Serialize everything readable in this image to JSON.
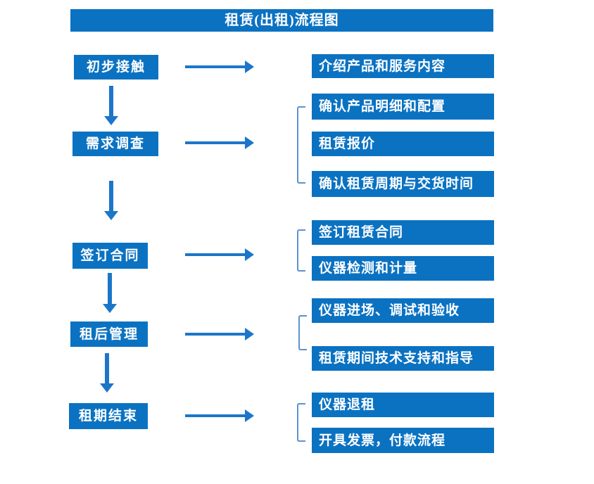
{
  "flow": {
    "title": "租赁(出租)流程图",
    "steps": [
      {
        "label": "初步接触",
        "details": [
          "介绍产品和服务内容"
        ]
      },
      {
        "label": "需求调查",
        "details": [
          "确认产品明细和配置",
          "租赁报价",
          "确认租赁周期与交货时间"
        ]
      },
      {
        "label": "签订合同",
        "details": [
          "签订租赁合同",
          "仪器检测和计量"
        ]
      },
      {
        "label": "租后管理",
        "details": [
          "仪器进场、调试和验收",
          "租赁期间技术支持和指导"
        ]
      },
      {
        "label": "租期结束",
        "details": [
          "仪器退租",
          "开具发票，付款流程"
        ]
      }
    ]
  },
  "colors": {
    "box_blue": "#0b72c2",
    "arrow_blue": "#1b76c9",
    "bracket_blue": "#5b93cf",
    "text": "#ffffff",
    "background": "#ffffff"
  }
}
